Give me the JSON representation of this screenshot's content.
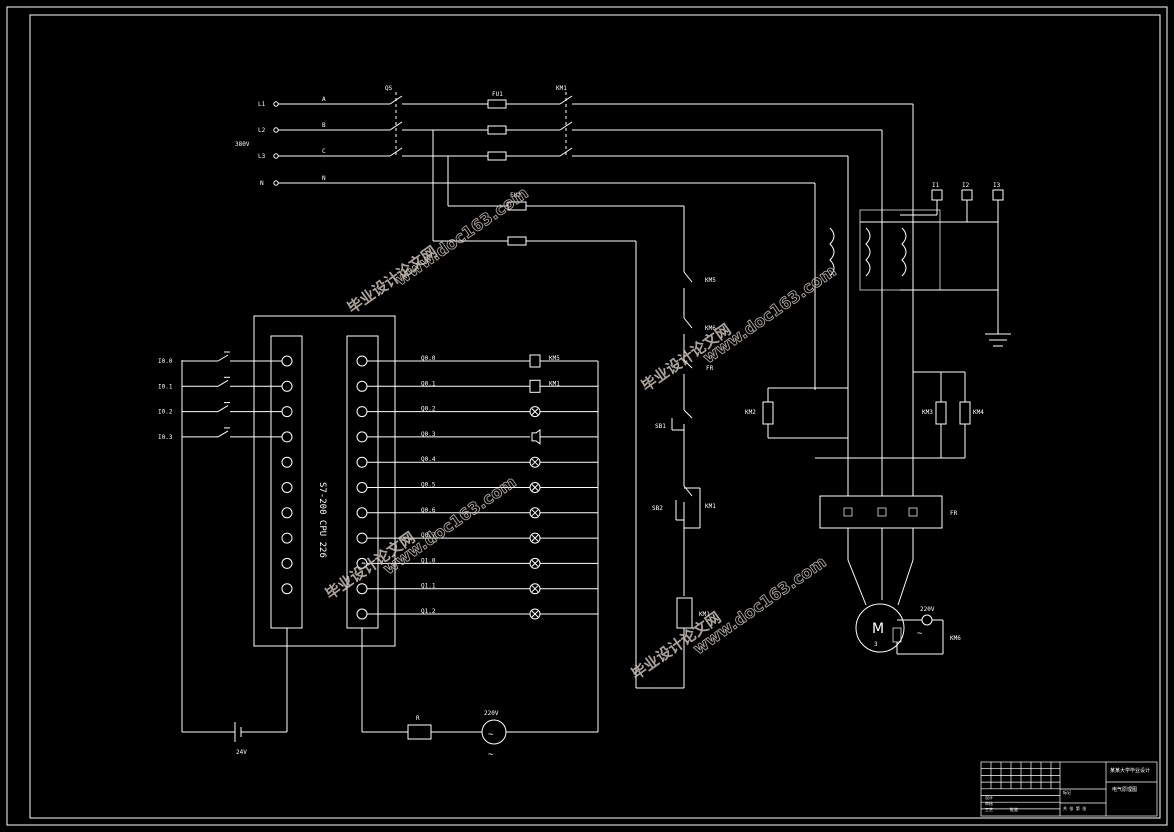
{
  "phases": {
    "l1": "L1",
    "l2": "L2",
    "l3": "L3",
    "n": "N",
    "a": "A",
    "b": "B",
    "c": "C",
    "nn": "N",
    "voltage": "380V"
  },
  "components": {
    "qs": "QS",
    "fu1": "FU1",
    "fu2": "FU2",
    "km1": "KM1",
    "km5": "KM5",
    "km6": "KM6",
    "fr": "FR",
    "sb1": "SB1",
    "sb2": "SB2",
    "km1_coil": "KM1",
    "km1_aux": "KM1",
    "km2": "KM2",
    "km3": "KM3",
    "km4": "KM4",
    "fr_block": "FR",
    "km6_b": "KM6",
    "r_res": "R",
    "t1": "I1",
    "t2": "I2",
    "t3": "I3",
    "supply": "220V",
    "source": "220V",
    "battery": "24V"
  },
  "plc": {
    "model": "S7-200 CPU 226",
    "inputs": [
      "I0.0",
      "I0.1",
      "I0.2",
      "I0.3"
    ],
    "outputs": [
      "Q0.0",
      "Q0.1",
      "Q0.2",
      "Q0.3",
      "Q0.4",
      "Q0.5",
      "Q0.6",
      "Q0.7",
      "Q1.0",
      "Q1.1",
      "Q1.2"
    ],
    "output_loads": [
      "KM5",
      "KM1"
    ]
  },
  "motor": {
    "symbol": "M",
    "phase": "3",
    "tilde": "~"
  },
  "title_block": {
    "school": "某某大学毕业设计",
    "drawing": "电气原理图",
    "cells": [
      "标记",
      "设计",
      "审核",
      "工艺",
      "批准",
      "共 张 第 张"
    ]
  },
  "watermarks": {
    "cn": "毕业设计论文网",
    "url": "www.doc163.com"
  }
}
